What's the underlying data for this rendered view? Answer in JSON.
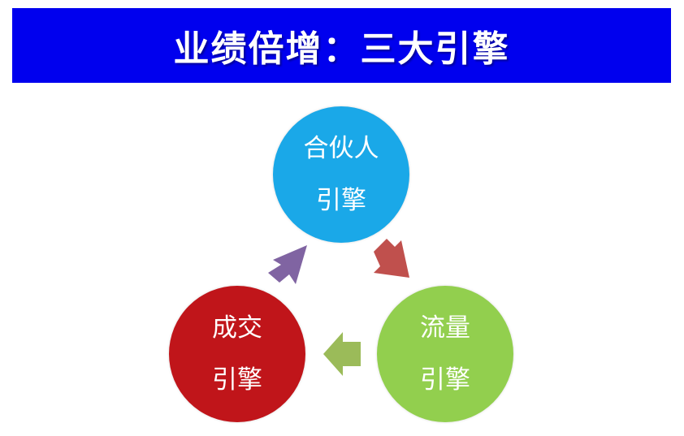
{
  "title": "业绩倍增：三大引擎",
  "colors": {
    "title_bar": "#0000ee",
    "partner_circle": "#1aa8e8",
    "traffic_circle": "#92cf4e",
    "deal_circle": "#c0151a",
    "arrow_partner_to_traffic": "#c0504d",
    "arrow_traffic_to_deal": "#9bbb59",
    "arrow_deal_to_partner": "#8064a2"
  },
  "engines": [
    {
      "id": "partner",
      "line1": "合伙人",
      "line2": "引擎"
    },
    {
      "id": "traffic",
      "line1": "流量",
      "line2": "引擎"
    },
    {
      "id": "deal",
      "line1": "成交",
      "line2": "引擎"
    }
  ]
}
